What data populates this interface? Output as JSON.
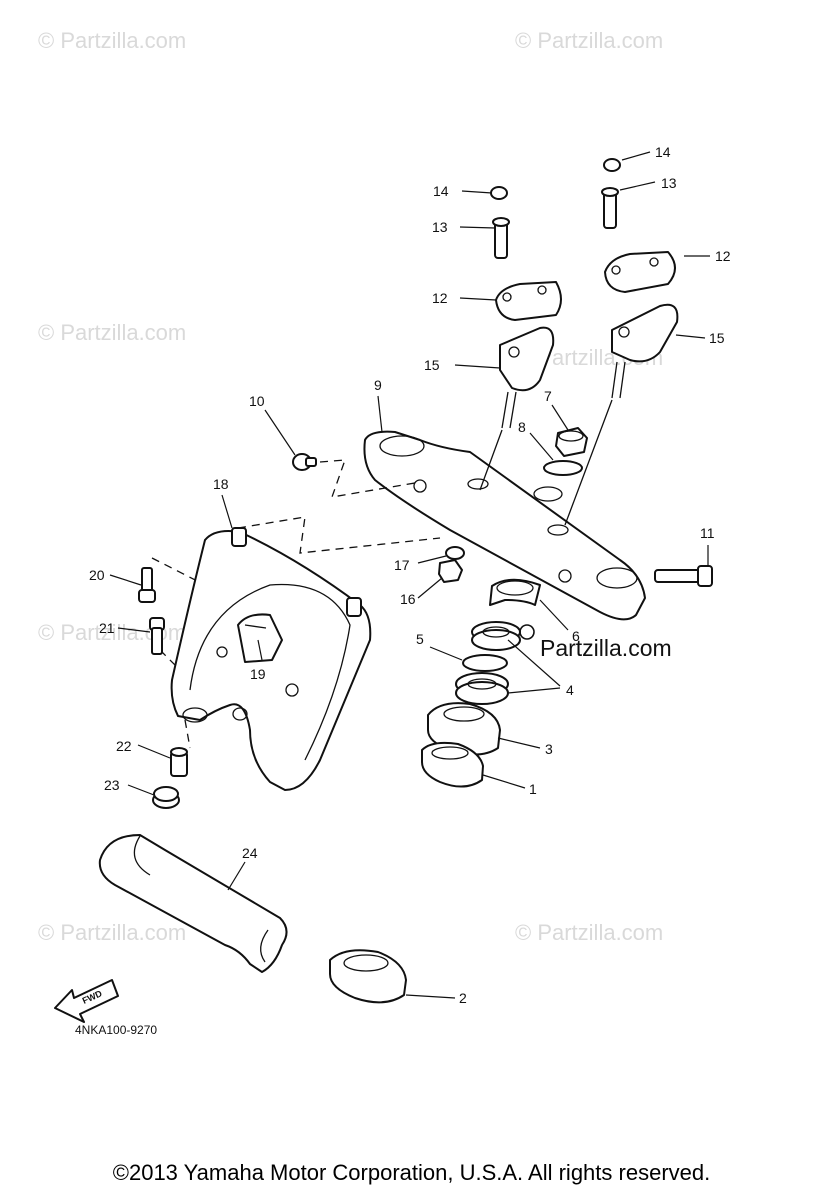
{
  "watermark": {
    "text": "© Partzilla.com",
    "center_text": "Partzilla.com"
  },
  "diagram_code": "4NKA100-9270",
  "fwd_label": "FWD",
  "copyright": "©2013  Yamaha Motor Corporation, U.S.A. All rights reserved.",
  "callouts": {
    "c1": "1",
    "c2": "2",
    "c3": "3",
    "c4": "4",
    "c5": "5",
    "c6": "6",
    "c7": "7",
    "c8": "8",
    "c9": "9",
    "c10": "10",
    "c11": "11",
    "c12a": "12",
    "c12b": "12",
    "c13a": "13",
    "c13b": "13",
    "c14a": "14",
    "c14b": "14",
    "c15a": "15",
    "c15b": "15",
    "c16": "16",
    "c17": "17",
    "c18": "18",
    "c19": "19",
    "c20": "20",
    "c21": "21",
    "c22": "22",
    "c23": "23",
    "c24": "24"
  }
}
